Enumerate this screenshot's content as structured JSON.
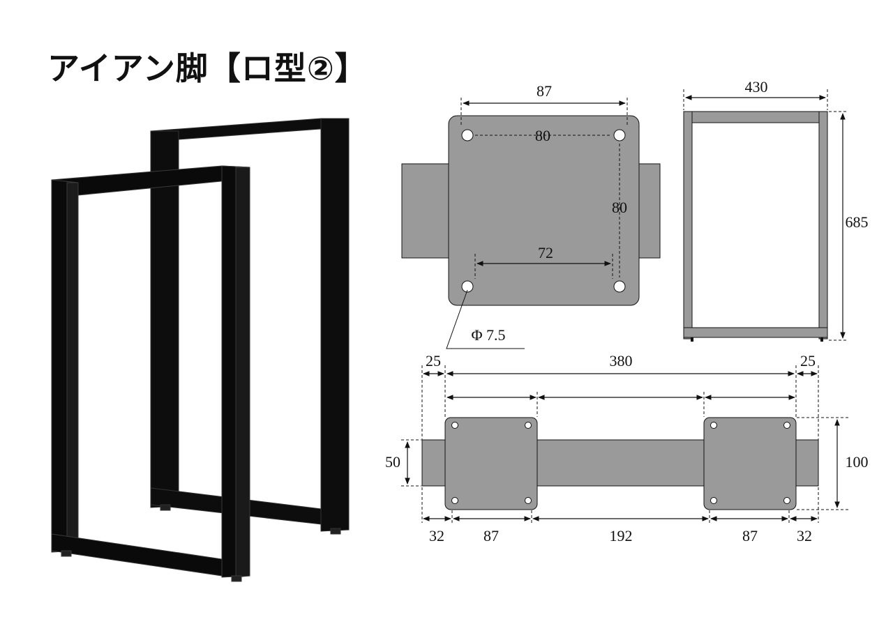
{
  "title": "アイアン脚【ロ型②】",
  "top_view": {
    "outer_width": "87",
    "hole_pitch_x": "80",
    "hole_pitch_y": "80",
    "inner_span": "72",
    "hole_diameter": "Φ 7.5"
  },
  "side_view": {
    "width": "430",
    "height": "685"
  },
  "bottom_view": {
    "left_edge": "25",
    "total": "380",
    "right_edge": "25",
    "bar_height": "50",
    "plate_height": "100",
    "seg_left": "32",
    "plate_left": "87",
    "middle": "192",
    "plate_right": "87",
    "seg_right": "32"
  }
}
